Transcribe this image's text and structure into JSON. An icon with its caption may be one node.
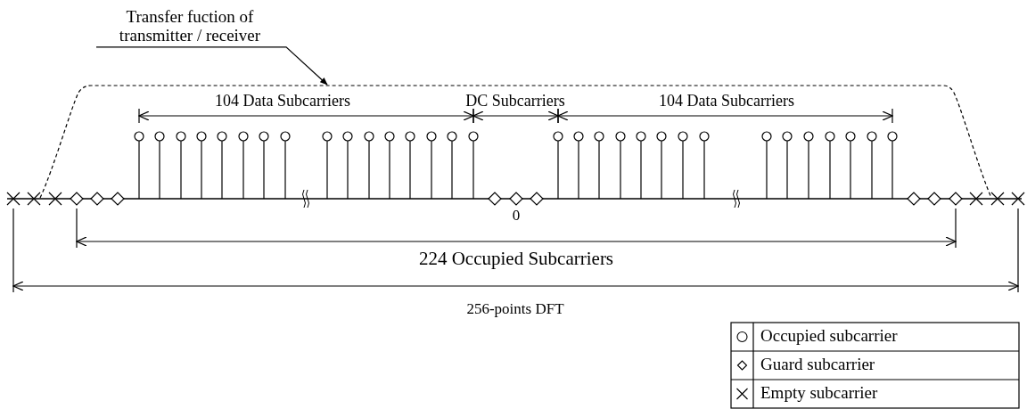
{
  "diagram": {
    "nodes": [
      {
        "text": [
          "Transfer fuction of transmitter / receiver"
        ]
      },
      {
        "text": [],
        "shape": "curve"
      }
    ],
    "edges": [
      {
        "from": 0,
        "to": 1,
        "arrow": "to"
      }
    ],
    "labels": [
      "104 Data Subcarriers",
      "DC Subcarriers",
      "104 Data Subcarriers",
      "0",
      "224 Occupied Subcarriers",
      "256-points DFT"
    ],
    "legend": [
      {
        "text": "Occupied subcarrier"
      },
      {
        "text": "Guard subcarrier"
      },
      {
        "text": "Empty subcarrier"
      }
    ]
  }
}
